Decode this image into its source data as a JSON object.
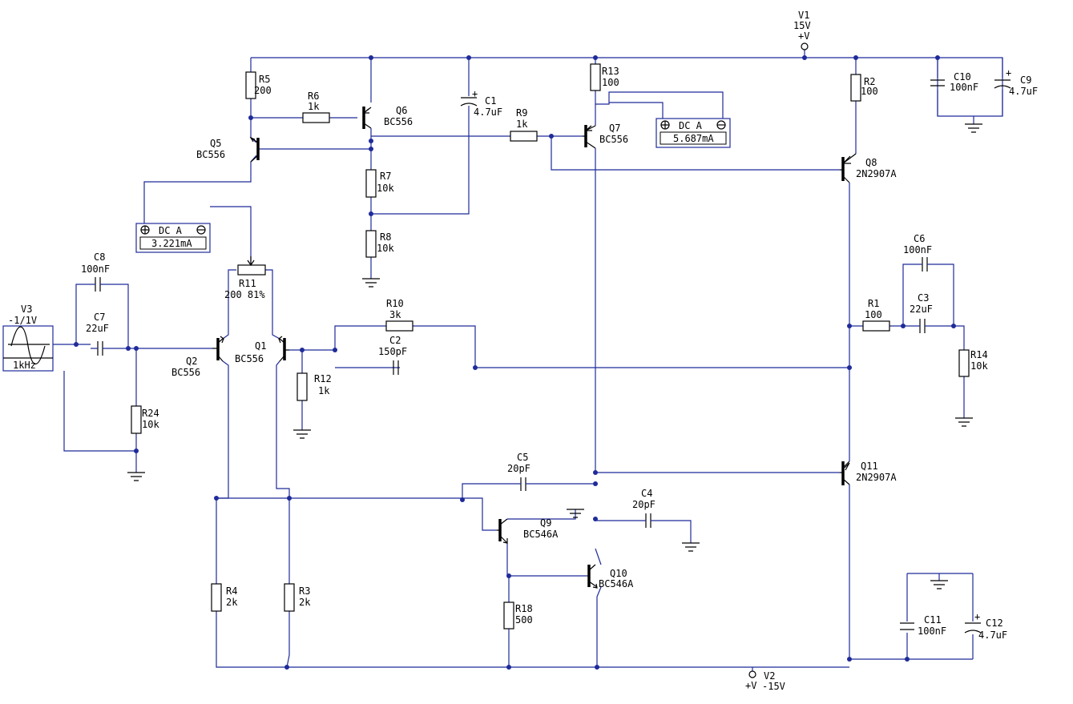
{
  "colors": {
    "wire": "#1f2b99",
    "component": "#000000",
    "background": "#ffffff"
  },
  "V1": {
    "name": "V1",
    "value": "15V",
    "label": "+V"
  },
  "V2": {
    "name": "V2",
    "value": "-15V",
    "label": "+V"
  },
  "V3": {
    "name": "V3",
    "value": "-1/1V",
    "freq": "1kHz"
  },
  "R1": {
    "name": "R1",
    "value": "100"
  },
  "R2": {
    "name": "R2",
    "value": "100"
  },
  "R3": {
    "name": "R3",
    "value": "2k"
  },
  "R4": {
    "name": "R4",
    "value": "2k"
  },
  "R5": {
    "name": "R5",
    "value": "200"
  },
  "R6": {
    "name": "R6",
    "value": "1k"
  },
  "R7": {
    "name": "R7",
    "value": "10k"
  },
  "R8": {
    "name": "R8",
    "value": "10k"
  },
  "R9": {
    "name": "R9",
    "value": "1k"
  },
  "R10": {
    "name": "R10",
    "value": "3k"
  },
  "R11": {
    "name": "R11",
    "value": "200 81%"
  },
  "R12": {
    "name": "R12",
    "value": "1k"
  },
  "R13": {
    "name": "R13",
    "value": "100"
  },
  "R14": {
    "name": "R14",
    "value": "10k"
  },
  "R18": {
    "name": "R18",
    "value": "500"
  },
  "R24": {
    "name": "R24",
    "value": "10k"
  },
  "C1": {
    "name": "C1",
    "value": "4.7uF"
  },
  "C2": {
    "name": "C2",
    "value": "150pF"
  },
  "C3": {
    "name": "C3",
    "value": "22uF"
  },
  "C4": {
    "name": "C4",
    "value": "20pF"
  },
  "C5": {
    "name": "C5",
    "value": "20pF"
  },
  "C6": {
    "name": "C6",
    "value": "100nF"
  },
  "C7": {
    "name": "C7",
    "value": "22uF"
  },
  "C8": {
    "name": "C8",
    "value": "100nF"
  },
  "C9": {
    "name": "C9",
    "value": "4.7uF"
  },
  "C10": {
    "name": "C10",
    "value": "100nF"
  },
  "C11": {
    "name": "C11",
    "value": "100nF"
  },
  "C12": {
    "name": "C12",
    "value": "4.7uF"
  },
  "Q1": {
    "name": "Q1",
    "part": "BC556"
  },
  "Q2": {
    "name": "Q2",
    "part": "BC556"
  },
  "Q5": {
    "name": "Q5",
    "part": "BC556"
  },
  "Q6": {
    "name": "Q6",
    "part": "BC556"
  },
  "Q7": {
    "name": "Q7",
    "part": "BC556"
  },
  "Q8": {
    "name": "Q8",
    "part": "2N2907A"
  },
  "Q9": {
    "name": "Q9",
    "part": "BC546A"
  },
  "Q10": {
    "name": "Q10",
    "part": "BC546A"
  },
  "Q11": {
    "name": "Q11",
    "part": "2N2907A"
  },
  "meters": {
    "meter1": {
      "label": "DC  A",
      "reading": "3.221mA",
      "plus": "+",
      "minus": "−"
    },
    "meter2": {
      "label": "DC  A",
      "reading": "5.687mA",
      "plus": "+",
      "minus": "−"
    }
  },
  "polarity_mark": "+"
}
